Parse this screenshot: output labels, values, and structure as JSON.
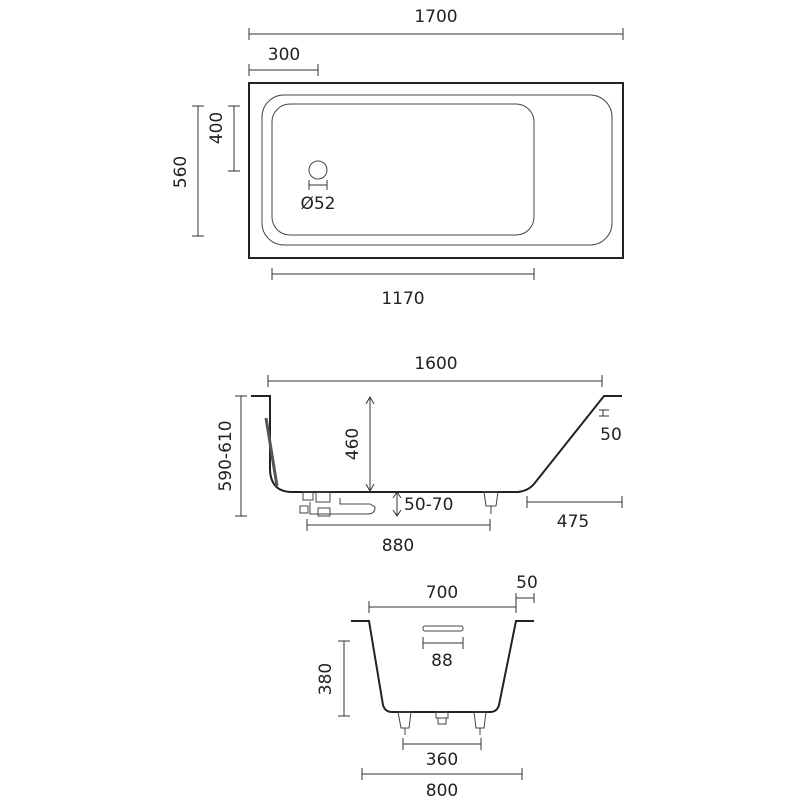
{
  "top_view": {
    "length": "1700",
    "offset": "300",
    "inner_width": "400",
    "outer_width": "560",
    "drain": "Ø52",
    "inner_length": "1170"
  },
  "side_view": {
    "length": "1600",
    "depth": "460",
    "total_height": "590-610",
    "rim": "50",
    "leg_adjust": "50-70",
    "slope_length": "475",
    "leg_spacing": "880"
  },
  "end_view": {
    "top_width": "700",
    "rim": "50",
    "overflow": "88",
    "depth": "380",
    "leg_spacing": "360",
    "total_width": "800"
  },
  "colors": {
    "line": "#222222",
    "text": "#222222"
  }
}
